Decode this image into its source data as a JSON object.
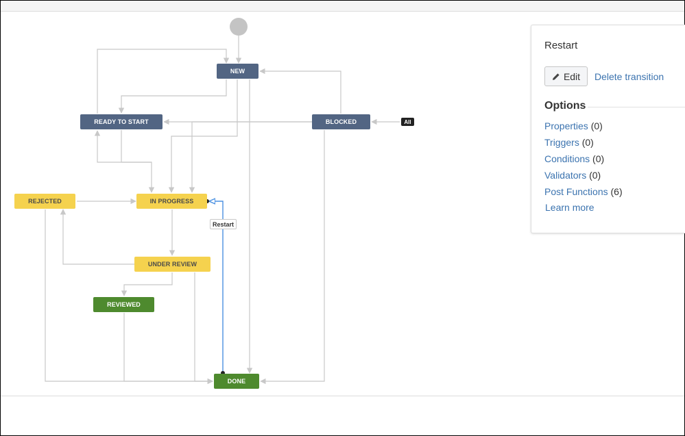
{
  "workflow": {
    "statuses": {
      "new": "NEW",
      "ready_to_start": "READY TO START",
      "blocked": "BLOCKED",
      "rejected": "REJECTED",
      "in_progress": "IN PROGRESS",
      "under_review": "UNDER REVIEW",
      "reviewed": "REVIEWED",
      "done": "DONE"
    },
    "global_badge": "All",
    "selected_transition_label": "Restart",
    "colors": {
      "todo": "#526583",
      "in_progress": "#f5d24e",
      "done": "#4e8a2e",
      "edge": "#c8c8c8",
      "selected_edge": "#4a90e2"
    }
  },
  "panel": {
    "title": "Restart",
    "edit_label": "Edit",
    "edit_icon": "pencil-icon",
    "delete_label": "Delete transition",
    "options_heading": "Options",
    "options": [
      {
        "label": "Properties",
        "count": "(0)"
      },
      {
        "label": "Triggers",
        "count": "(0)"
      },
      {
        "label": "Conditions",
        "count": "(0)"
      },
      {
        "label": "Validators",
        "count": "(0)"
      },
      {
        "label": "Post Functions",
        "count": "(6)"
      }
    ],
    "learn_more": "Learn more"
  }
}
